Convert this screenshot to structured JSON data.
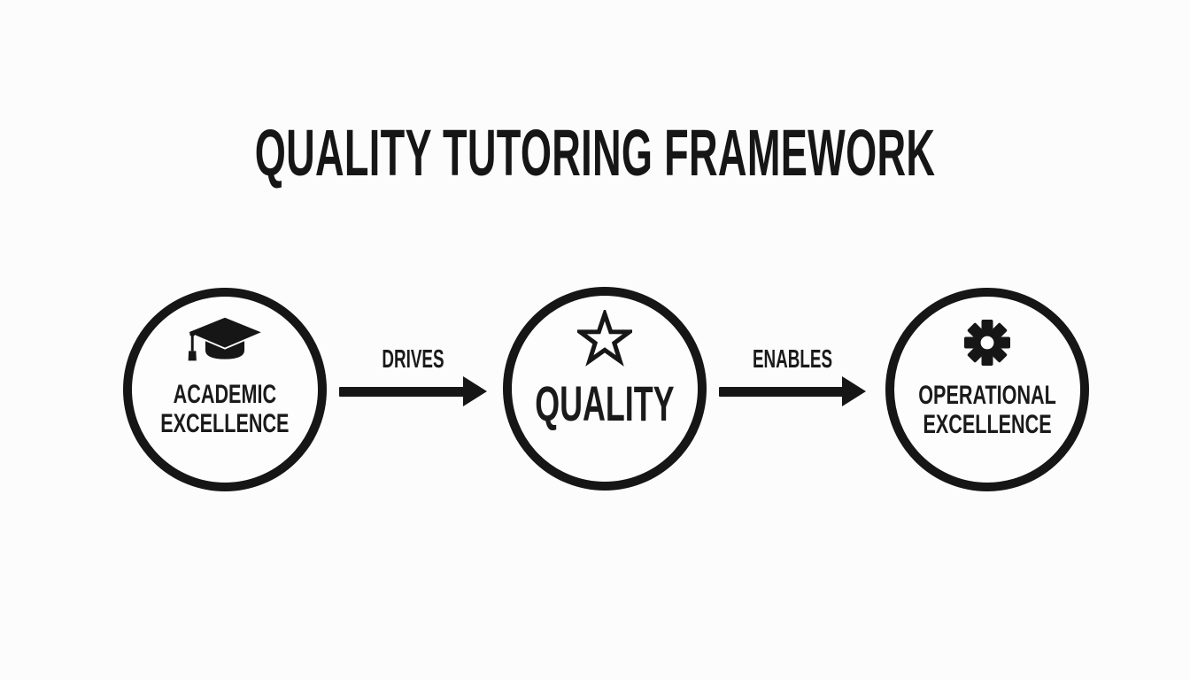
{
  "title": "QUALITY TUTORING FRAMEWORK",
  "colors": {
    "ink": "#161616",
    "background": "#fcfcfc"
  },
  "nodes": [
    {
      "name": "Academic Excellence",
      "icon": "graduation-cap-icon",
      "lines": [
        "ACADEMIC",
        "EXCELLENCE"
      ]
    },
    {
      "name": "Quality",
      "icon": "star-icon",
      "lines": [
        "QUALITY"
      ]
    },
    {
      "name": "Operational Excellence",
      "icon": "gear-icon",
      "lines": [
        "OPERATIONAL",
        "EXCELLENCE"
      ]
    }
  ],
  "connectors": [
    {
      "from": "Academic Excellence",
      "to": "Quality",
      "label": "DRIVES"
    },
    {
      "from": "Quality",
      "to": "Operational Excellence",
      "label": "ENABLES"
    }
  ]
}
